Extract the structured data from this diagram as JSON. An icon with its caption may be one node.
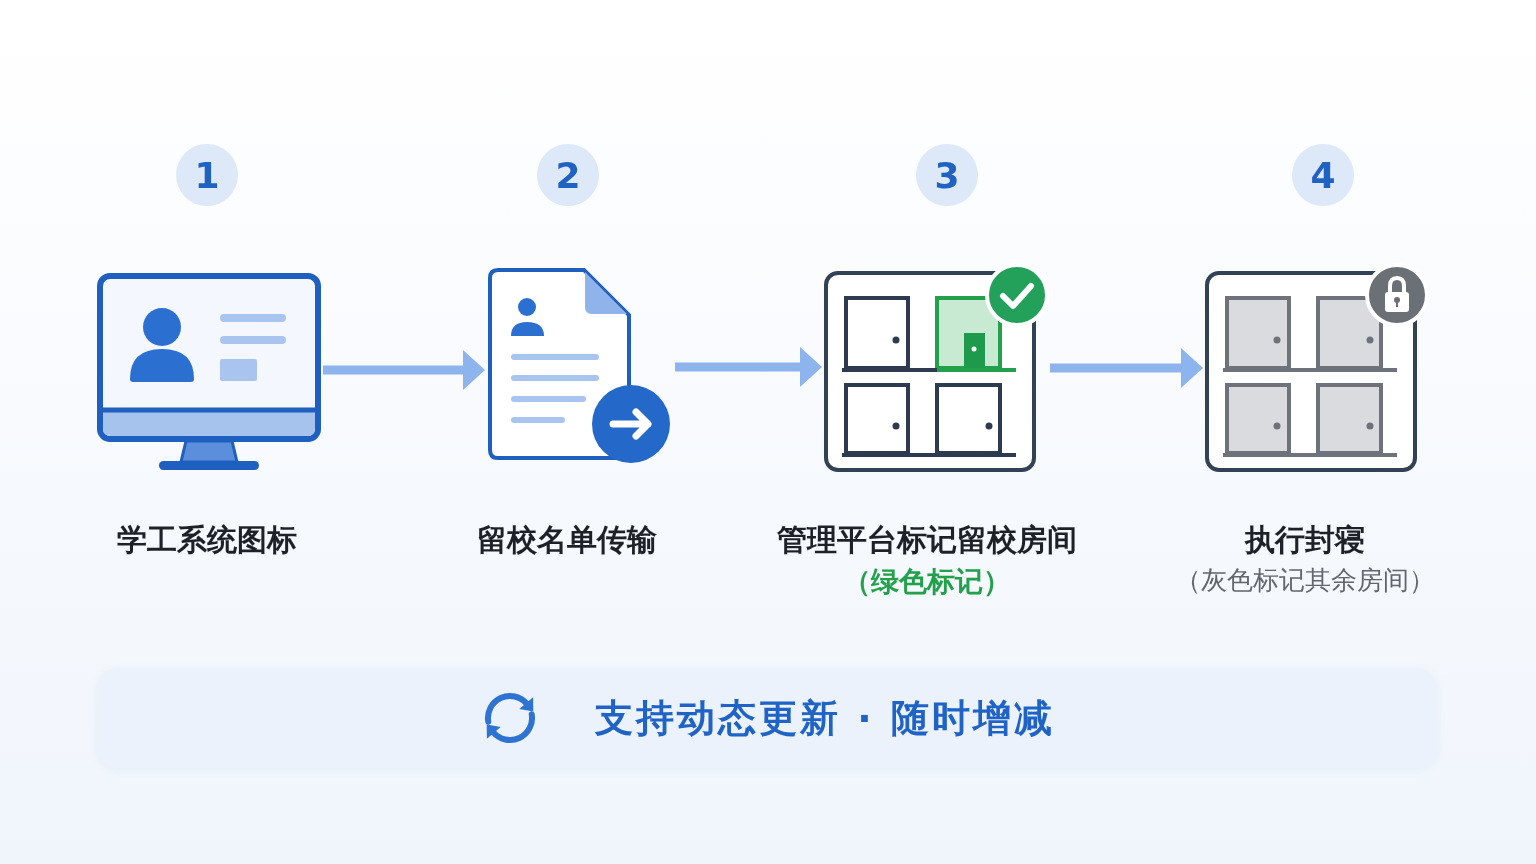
{
  "diagram": {
    "nodes": [
      {
        "text": [
          "1"
        ]
      },
      {
        "text": [],
        "shape": "picture",
        "beside": [
          "学工系统图标"
        ]
      },
      {
        "text": [
          "2"
        ]
      },
      {
        "text": [],
        "shape": "picture",
        "beside": [
          "留校名单传输"
        ]
      },
      {
        "text": [
          "3"
        ]
      },
      {
        "text": [],
        "shape": "picture",
        "beside": [
          "管理平台标记留校房间",
          "（绿色标记）"
        ]
      },
      {
        "text": [
          "4"
        ]
      },
      {
        "text": [],
        "shape": "picture",
        "beside": [
          "执行封寝",
          "（灰色标记其余房间）"
        ]
      },
      {
        "text": [
          "支持动态更新 · 随时增减"
        ]
      }
    ],
    "edges": [
      {
        "from": 1,
        "to": 3,
        "arrow": "to"
      },
      {
        "from": 3,
        "to": 5,
        "arrow": "to"
      },
      {
        "from": 5,
        "to": 7,
        "arrow": "to"
      }
    ]
  }
}
